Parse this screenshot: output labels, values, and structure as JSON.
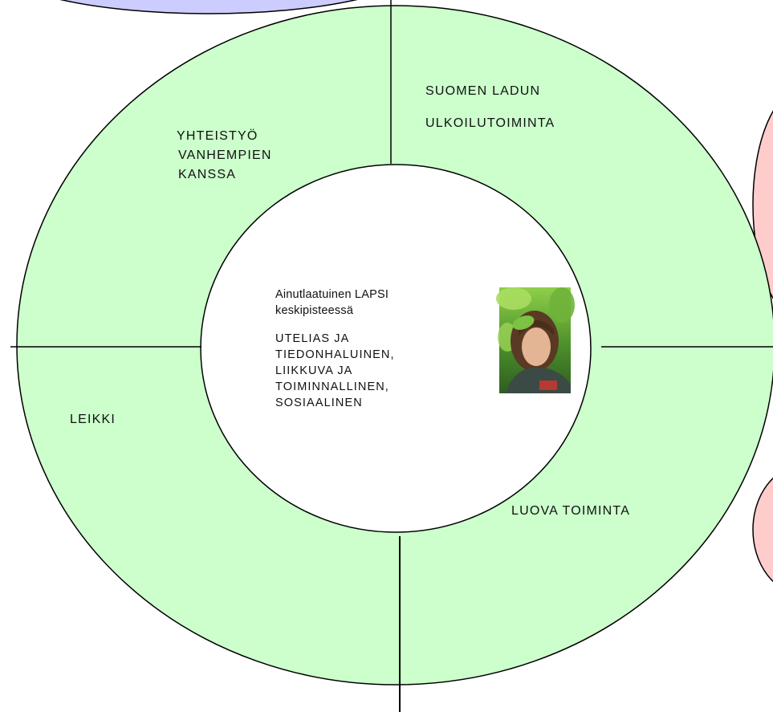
{
  "colors": {
    "ring_fill": "#ccffcc",
    "center_fill": "#ffffff",
    "outline": "#000000",
    "top_bubble_fill": "#ccccff",
    "right_bubble_fill": "#ffcccc"
  },
  "sectors": {
    "top_right": [
      "SUOMEN LADUN",
      "ULKOILUTOIMINTA"
    ],
    "top_left": [
      "YHTEISTYÖ",
      "VANHEMPIEN",
      "KANSSA"
    ],
    "left": [
      "LEIKKI"
    ],
    "bottom_right": [
      "LUOVA TOIMINTA"
    ]
  },
  "center": {
    "title": [
      "Ainutlaatuinen LAPSI",
      "keskipisteessä"
    ],
    "traits": [
      "UTELIAS JA",
      "TIEDONHALUINEN,",
      "LIIKKUVA JA",
      "TOIMINNALLINEN,",
      "SOSIAALINEN"
    ],
    "photo_icon": "child-photo-icon"
  }
}
